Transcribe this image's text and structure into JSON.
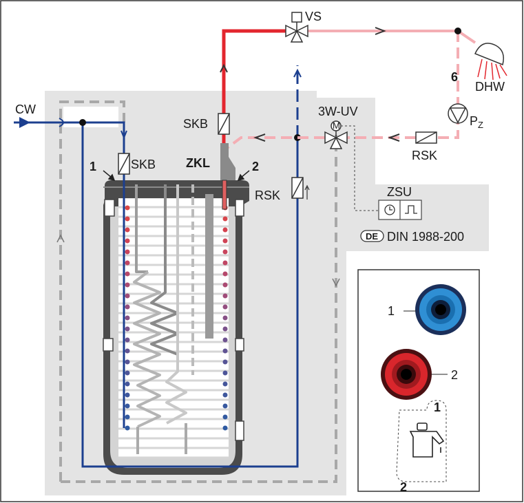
{
  "labels": {
    "cw": "CW",
    "skb_left": "SKB",
    "skb_top": "SKB",
    "zkl": "ZKL",
    "vs": "VS",
    "dhw": "DHW",
    "six": "6",
    "pz_main": "P",
    "pz_sub": "Z",
    "threewuv": "3W-UV",
    "rsk_mid": "RSK",
    "rsk_right": "RSK",
    "zsu": "ZSU",
    "din_badge": "DE",
    "din": "DIN 1988-200",
    "num1_tank": "1",
    "num2_tank": "2",
    "inset_1": "1",
    "inset_2": "2",
    "tap_1": "1",
    "tap_2": "2",
    "motor": "M"
  },
  "colors": {
    "cold": "#1c3f8f",
    "hot": "#e3262e",
    "circ": "#f4aeb4",
    "grey_area": "#e4e4e4",
    "connector_blue": "#2f8fd4",
    "connector_red": "#d9262c"
  }
}
